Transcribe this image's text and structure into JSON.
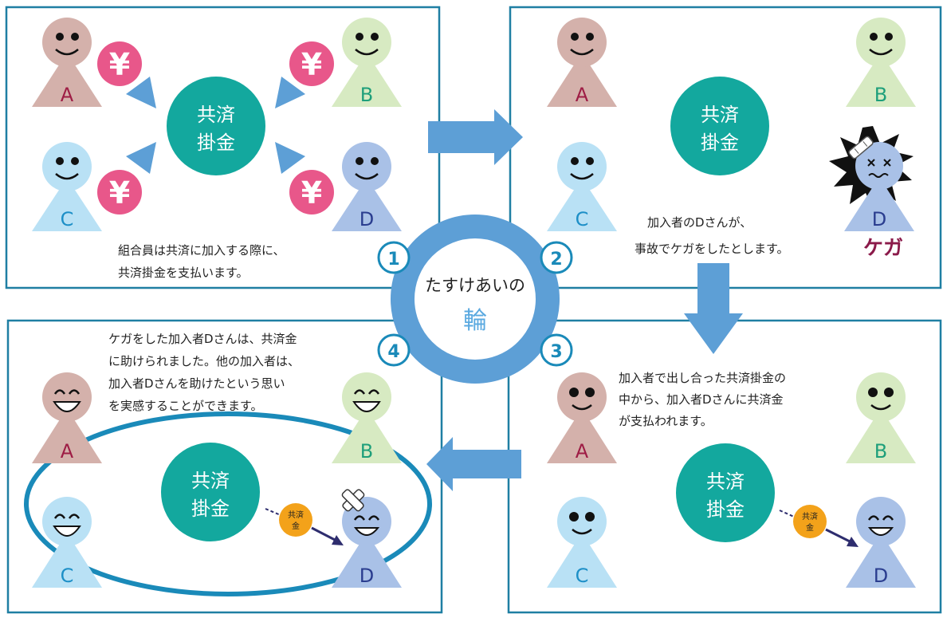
{
  "colors": {
    "frame": "#1f7fa3",
    "pool": "#13a89e",
    "arrow": "#5d9fd6",
    "ring": "#5d9fd6",
    "yen": "#e8578a",
    "coin": "#f3a21a",
    "injury_text": "#8b1a4a",
    "person_a": "#d4b1ab",
    "person_b": "#d7eac2",
    "person_c": "#b9e1f5",
    "person_d": "#a9c1e7",
    "small_arrow": "#2e2d6e"
  },
  "center": {
    "line1": "たすけあいの",
    "line2": "輪"
  },
  "steps": [
    "1",
    "2",
    "3",
    "4"
  ],
  "pool_label": {
    "line1": "共済",
    "line2": "掛金"
  },
  "coin_label": {
    "line1": "共済",
    "line2": "金"
  },
  "yen_symbol": "¥",
  "persons": {
    "a": "A",
    "b": "B",
    "c": "C",
    "d": "D"
  },
  "panel1": {
    "caption": [
      "組合員は共済に加入する際に、",
      "共済掛金を支払います。"
    ]
  },
  "panel2": {
    "caption": [
      "加入者のDさんが、",
      "事故でケガをしたとします。"
    ],
    "injury_label": "ケガ"
  },
  "panel3": {
    "caption": [
      "加入者で出し合った共済掛金の",
      "中から、加入者Dさんに共済金",
      "が支払われます。"
    ]
  },
  "panel4": {
    "caption": [
      "ケガをした加入者Dさんは、共済金",
      "に助けられました。他の加入者は、",
      "加入者Dさんを助けたという思い",
      "を実感することができます。"
    ]
  }
}
